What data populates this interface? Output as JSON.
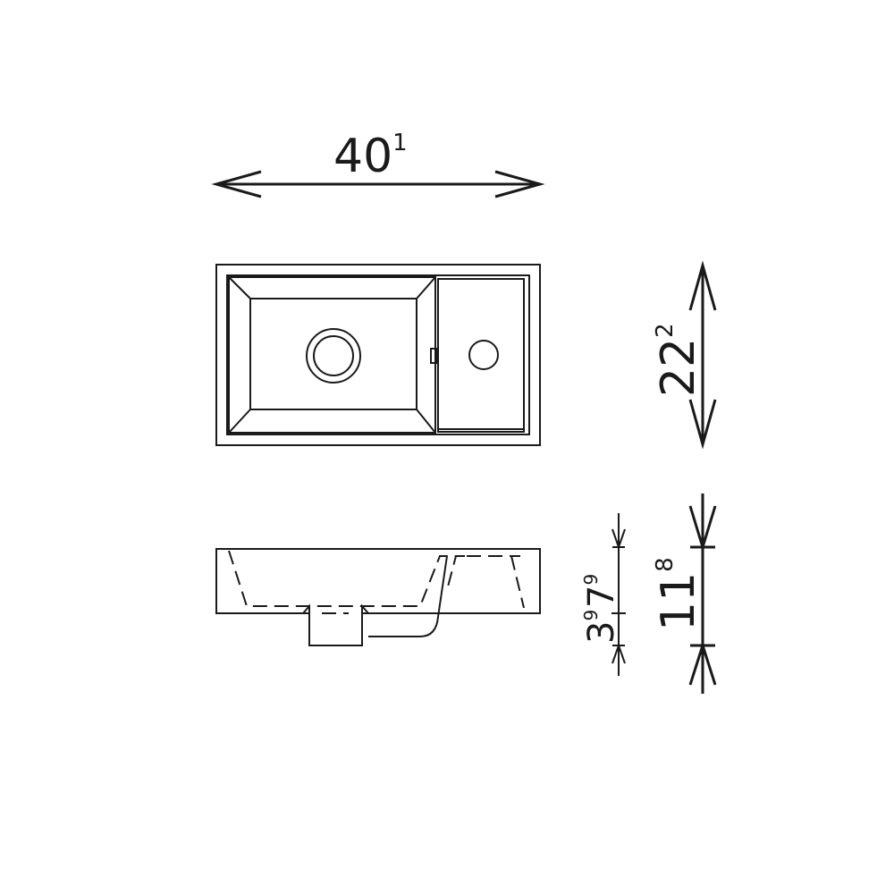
{
  "dimensions": {
    "width": {
      "main": "40",
      "sup": "1"
    },
    "depth": {
      "main": "22",
      "sup": "2"
    },
    "total_height": {
      "main": "11",
      "sup": "8"
    },
    "bowl_height": {
      "main": "7",
      "sup": "9"
    },
    "rim_height": {
      "main": "3",
      "sup": "9"
    }
  },
  "colors": {
    "line": "#1a1a1a",
    "background": "#ffffff"
  }
}
